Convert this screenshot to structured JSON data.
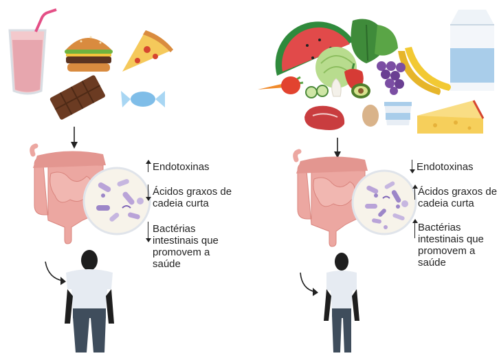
{
  "left": {
    "foods": [
      "smoothie-icon",
      "burger-icon",
      "pizza-slice-icon",
      "chocolate-bar-icon",
      "candy-icon"
    ],
    "effects": [
      {
        "text": "Endotoxinas",
        "direction": "up"
      },
      {
        "text": "Ácidos graxos de cadeia curta",
        "direction": "down"
      },
      {
        "text": "Bactérias intestinais que promovem a saúde",
        "direction": "down"
      }
    ]
  },
  "right": {
    "foods": [
      "watermelon-icon",
      "leafy-greens-icon",
      "cabbage-icon",
      "pepper-icon",
      "grapes-icon",
      "banana-icon",
      "milk-carton-icon",
      "carrot-icon",
      "tomato-icon",
      "cucumber-icon",
      "garlic-icon",
      "avocado-icon",
      "steak-icon",
      "egg-icon",
      "yogurt-icon",
      "cheese-icon"
    ],
    "effects": [
      {
        "text": "Endotoxinas",
        "direction": "down"
      },
      {
        "text": "Ácidos graxos de cadeia curta",
        "direction": "up"
      },
      {
        "text": "Bactérias intestinais que promovem a saúde",
        "direction": "up"
      }
    ]
  },
  "colors": {
    "intestine": "#eca7a1",
    "intestine_dark": "#d9847d",
    "bacteria": "#b9a3d8",
    "shirt": "#e6ebf2",
    "pants": "#3f4d5c",
    "skin": "#1e1e1e"
  }
}
